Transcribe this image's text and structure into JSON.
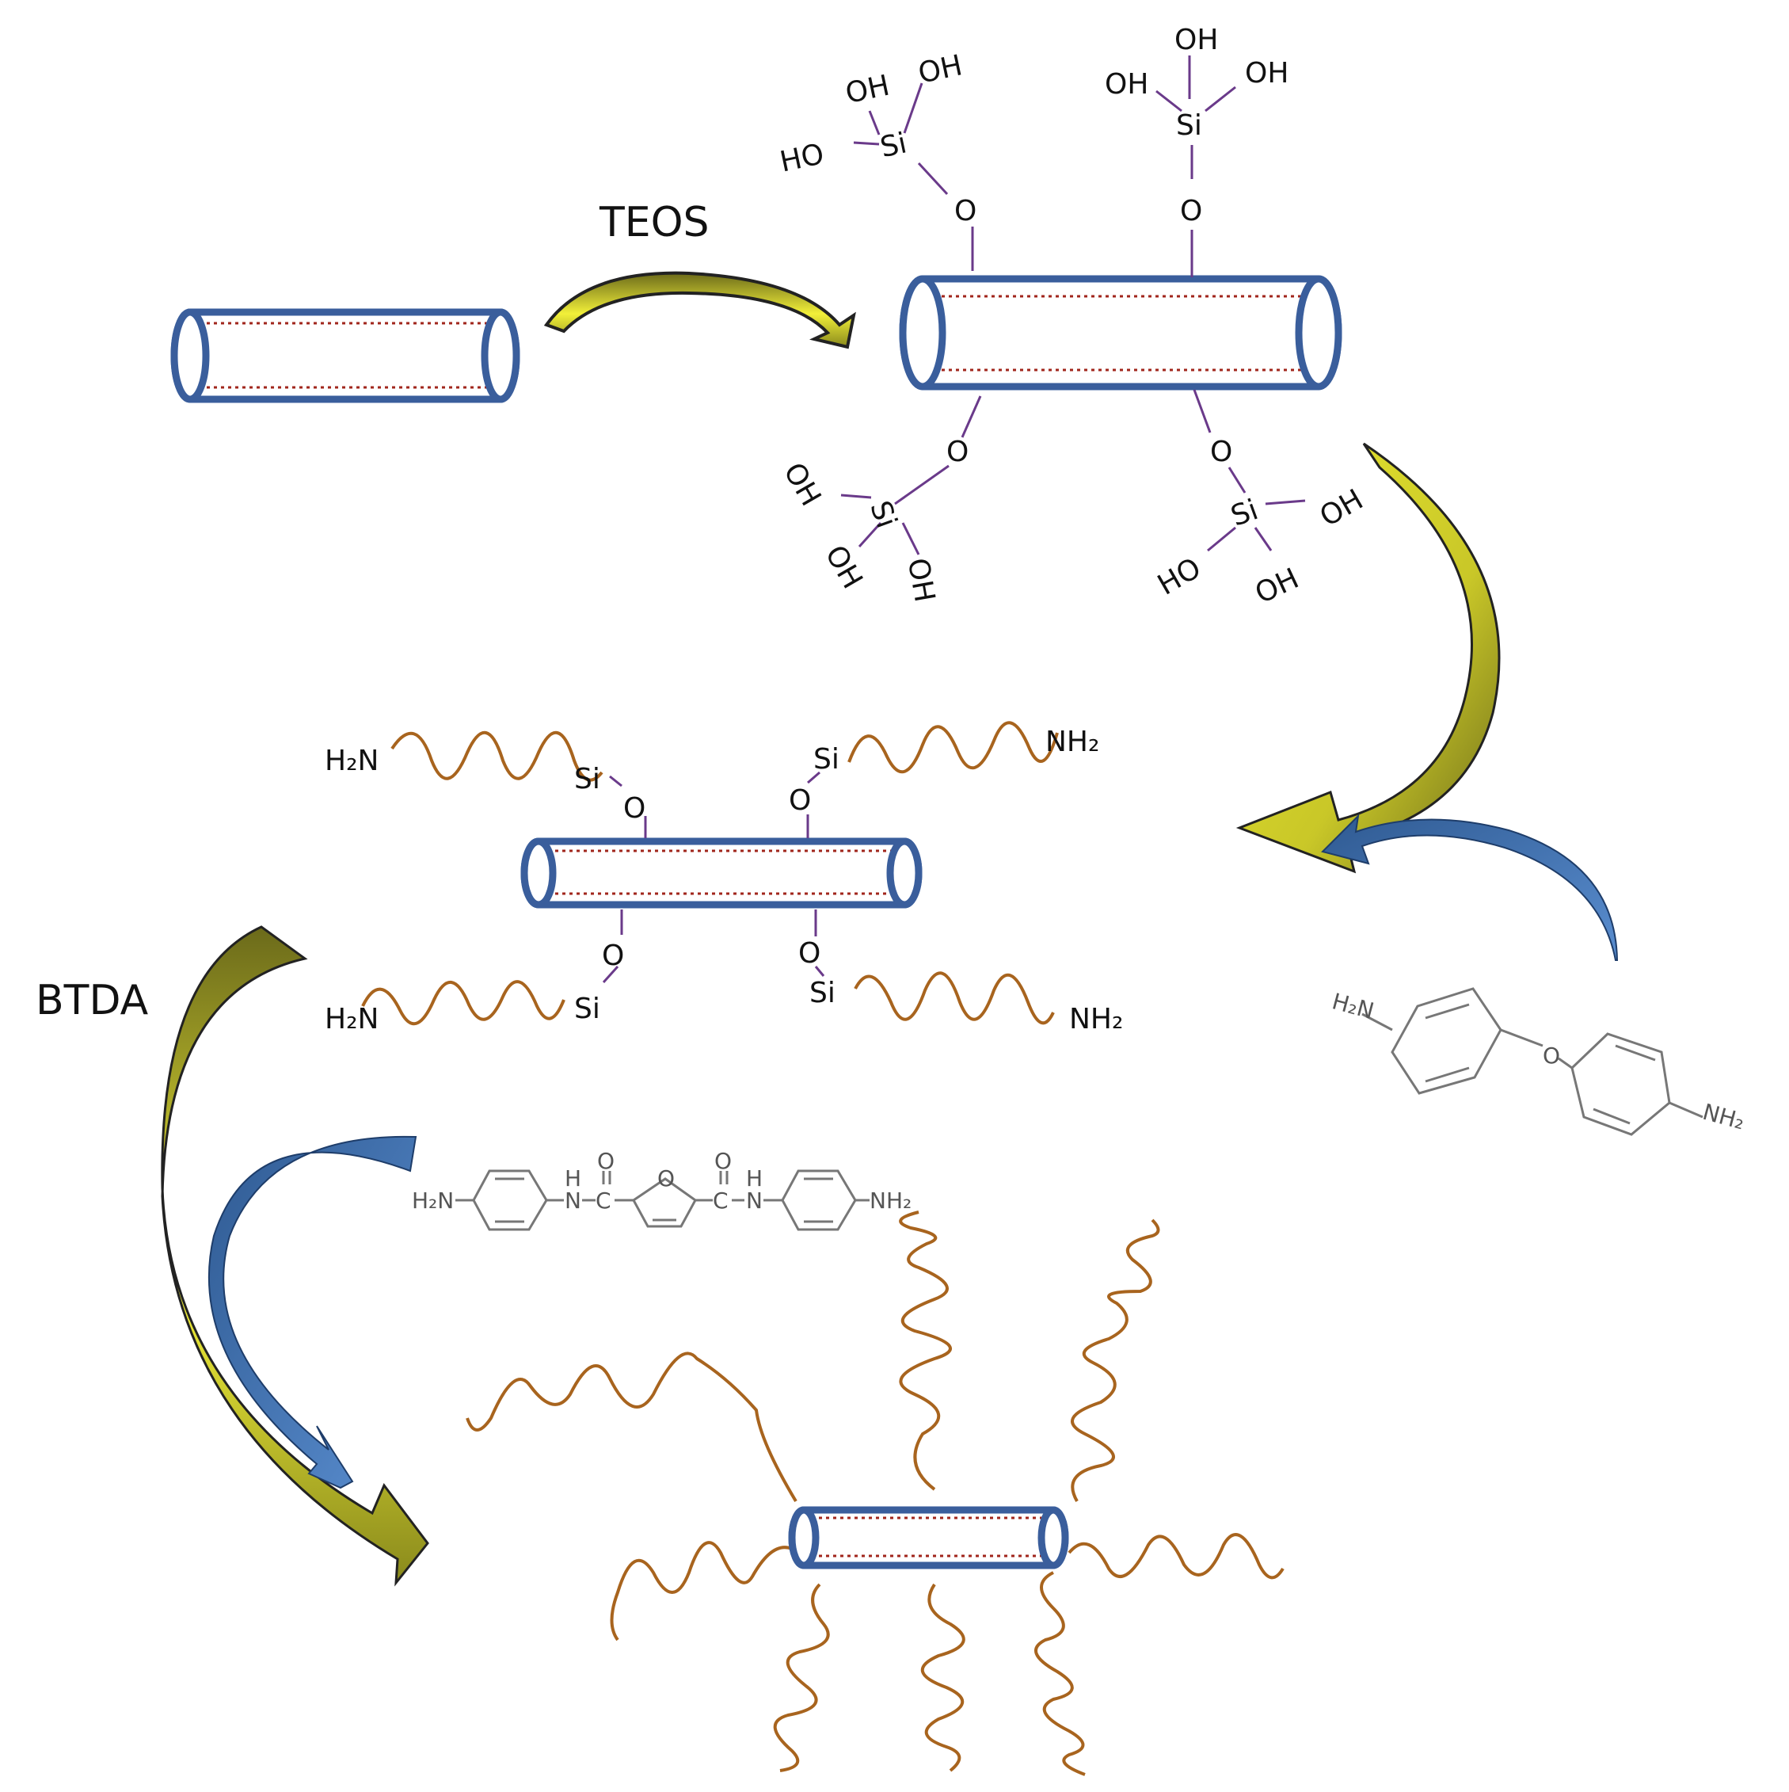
{
  "reagents": {
    "teos": "TEOS",
    "btda": "BTDA"
  },
  "groups": {
    "oh": "OH",
    "ho": "HO",
    "si": "Si",
    "o": "O",
    "h2n": "H₂N",
    "nh2": "NH₂",
    "h": "H",
    "c": "C",
    "n": "N"
  },
  "colors": {
    "tube": "#3a5e9c",
    "tube_dots": "#a1261c",
    "bond": "#6a3a8a",
    "chain": "#a8641e",
    "yellow_arrow": "#c9c728",
    "blue_arrow": "#3f6da8",
    "molecule": "#777777"
  }
}
